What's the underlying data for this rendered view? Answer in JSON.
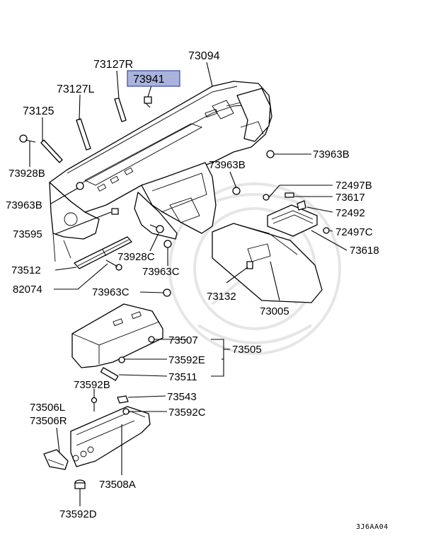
{
  "diagram": {
    "drawing_code": "3J6AA04",
    "highlight_color": "#a9b3dc",
    "callouts": [
      {
        "id": "73094",
        "text": "73094"
      },
      {
        "id": "73127R",
        "text": "73127R"
      },
      {
        "id": "73941",
        "text": "73941",
        "highlighted": true
      },
      {
        "id": "73127L",
        "text": "73127L"
      },
      {
        "id": "73125",
        "text": "73125"
      },
      {
        "id": "73928B",
        "text": "73928B"
      },
      {
        "id": "73963B-a",
        "text": "73963B"
      },
      {
        "id": "73963B-b",
        "text": "73963B"
      },
      {
        "id": "73963B-c",
        "text": "73963B"
      },
      {
        "id": "73595",
        "text": "73595"
      },
      {
        "id": "73512",
        "text": "73512"
      },
      {
        "id": "82074",
        "text": "82074"
      },
      {
        "id": "73928C",
        "text": "73928C"
      },
      {
        "id": "73963C-a",
        "text": "73963C"
      },
      {
        "id": "73963C-b",
        "text": "73963C"
      },
      {
        "id": "72497B",
        "text": "72497B"
      },
      {
        "id": "73617",
        "text": "73617"
      },
      {
        "id": "72492",
        "text": "72492"
      },
      {
        "id": "72497C",
        "text": "72497C"
      },
      {
        "id": "73618",
        "text": "73618"
      },
      {
        "id": "73132",
        "text": "73132"
      },
      {
        "id": "73005",
        "text": "73005"
      },
      {
        "id": "73507",
        "text": "73507"
      },
      {
        "id": "73592E",
        "text": "73592E"
      },
      {
        "id": "73505",
        "text": "73505"
      },
      {
        "id": "73511",
        "text": "73511"
      },
      {
        "id": "73592B",
        "text": "73592B"
      },
      {
        "id": "73543",
        "text": "73543"
      },
      {
        "id": "73506L",
        "text": "73506L"
      },
      {
        "id": "73592C",
        "text": "73592C"
      },
      {
        "id": "73506R",
        "text": "73506R"
      },
      {
        "id": "73508A",
        "text": "73508A"
      },
      {
        "id": "73592D",
        "text": "73592D"
      }
    ]
  }
}
